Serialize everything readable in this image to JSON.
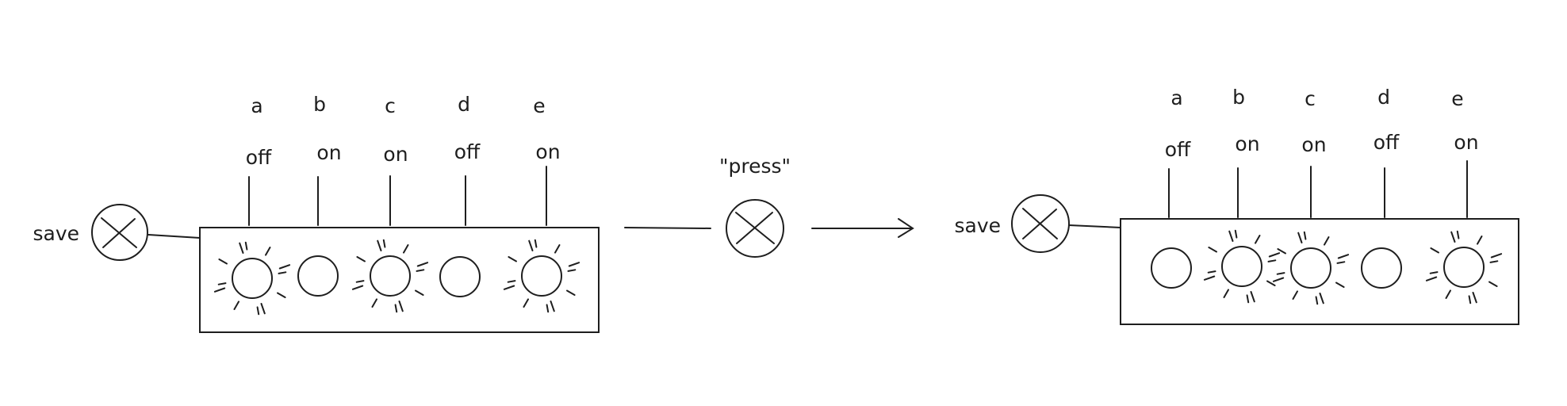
{
  "press_label": "\"press\"",
  "panels": [
    {
      "save_label": "save",
      "lights": [
        {
          "letter": "a",
          "state": "off"
        },
        {
          "letter": "b",
          "state": "on"
        },
        {
          "letter": "c",
          "state": "on"
        },
        {
          "letter": "d",
          "state": "off"
        },
        {
          "letter": "e",
          "state": "on"
        }
      ],
      "glowing": [
        true,
        false,
        true,
        false,
        true
      ]
    },
    {
      "save_label": "save",
      "lights": [
        {
          "letter": "a",
          "state": "off"
        },
        {
          "letter": "b",
          "state": "on"
        },
        {
          "letter": "c",
          "state": "on"
        },
        {
          "letter": "d",
          "state": "off"
        },
        {
          "letter": "e",
          "state": "on"
        }
      ],
      "glowing": [
        false,
        true,
        true,
        false,
        true
      ]
    }
  ]
}
